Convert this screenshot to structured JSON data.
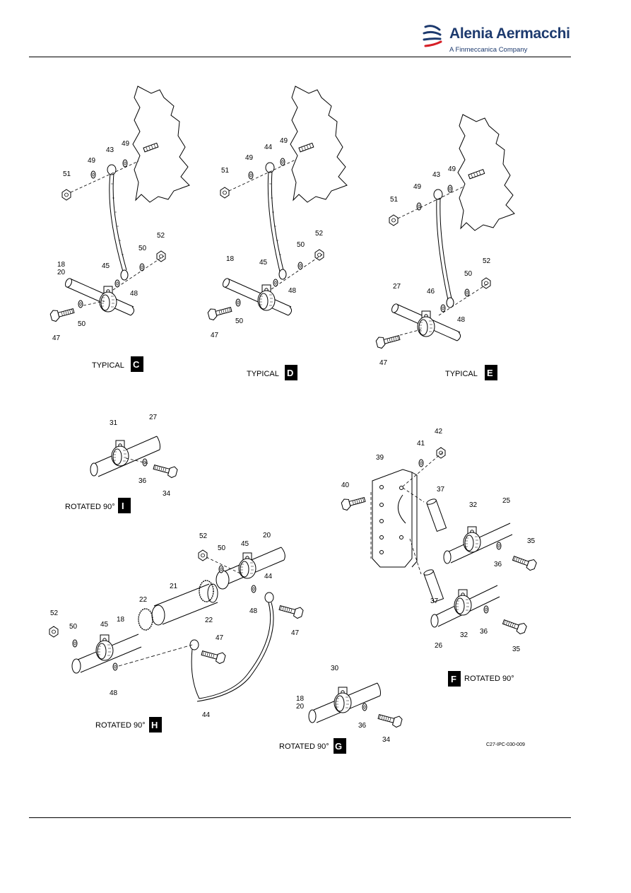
{
  "brand": {
    "name": "Alenia Aermacchi",
    "subtitle": "A Finmeccanica Company",
    "accent": "#1d3a6e",
    "stripe_color": "#d61f26"
  },
  "figure_ref": "C27-IPC-030-009",
  "views": {
    "C": {
      "caption": "TYPICAL",
      "letter": "C",
      "callouts": [
        "51",
        "49",
        "43",
        "49",
        "52",
        "50",
        "18",
        "20",
        "45",
        "48",
        "47",
        "50"
      ]
    },
    "D": {
      "caption": "TYPICAL",
      "letter": "D",
      "callouts": [
        "51",
        "49",
        "44",
        "49",
        "52",
        "50",
        "18",
        "45",
        "48",
        "47",
        "50"
      ]
    },
    "E": {
      "caption": "TYPICAL",
      "letter": "E",
      "callouts": [
        "51",
        "49",
        "43",
        "49",
        "52",
        "50",
        "27",
        "46",
        "48",
        "47"
      ]
    },
    "I": {
      "caption": "ROTATED 90°",
      "letter": "I",
      "callouts": [
        "31",
        "27",
        "36",
        "34"
      ]
    },
    "F": {
      "caption": "ROTATED 90°",
      "letter": "F",
      "callouts": [
        "42",
        "41",
        "39",
        "40",
        "37",
        "32",
        "25",
        "35",
        "36",
        "37",
        "36",
        "32",
        "26",
        "35"
      ]
    },
    "H": {
      "caption": "ROTATED 90°",
      "letter": "H",
      "callouts": [
        "52",
        "50",
        "45",
        "20",
        "21",
        "44",
        "22",
        "48",
        "47",
        "52",
        "50",
        "45",
        "18",
        "22",
        "47",
        "48",
        "44"
      ]
    },
    "G": {
      "caption": "ROTATED 90°",
      "letter": "G",
      "callouts": [
        "30",
        "18",
        "20",
        "36",
        "34"
      ]
    }
  }
}
